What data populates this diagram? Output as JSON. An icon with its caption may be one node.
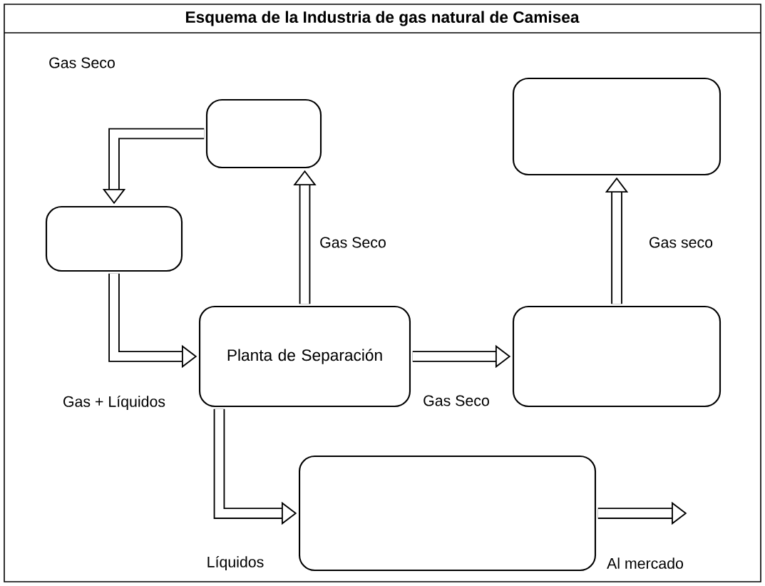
{
  "diagram": {
    "title": "Esquema de la Industria de gas natural de Camisea",
    "nodes": [
      {
        "text": [],
        "shape": "box"
      },
      {
        "text": [],
        "shape": "box"
      },
      {
        "text": [],
        "shape": "box"
      },
      {
        "text": [
          "Planta de Separación"
        ]
      },
      {
        "text": [],
        "shape": "box"
      },
      {
        "text": [],
        "shape": "box"
      }
    ],
    "edges": [
      {
        "from": 0,
        "to": 2,
        "arrow": "to",
        "label": "Gas Seco"
      },
      {
        "from": 2,
        "to": 3,
        "arrow": "to",
        "label": "Gas + Líquidos"
      },
      {
        "from": 3,
        "to": 0,
        "arrow": "to",
        "label": "Gas Seco"
      },
      {
        "from": 3,
        "to": 4,
        "arrow": "to",
        "label": "Gas Seco"
      },
      {
        "from": 4,
        "to": 1,
        "arrow": "to",
        "label": "Gas seco"
      },
      {
        "from": 3,
        "to": 5,
        "arrow": "to",
        "label": "Líquidos"
      },
      {
        "from": 5,
        "to": null,
        "arrow": "to",
        "label": "Al mercado"
      }
    ]
  }
}
